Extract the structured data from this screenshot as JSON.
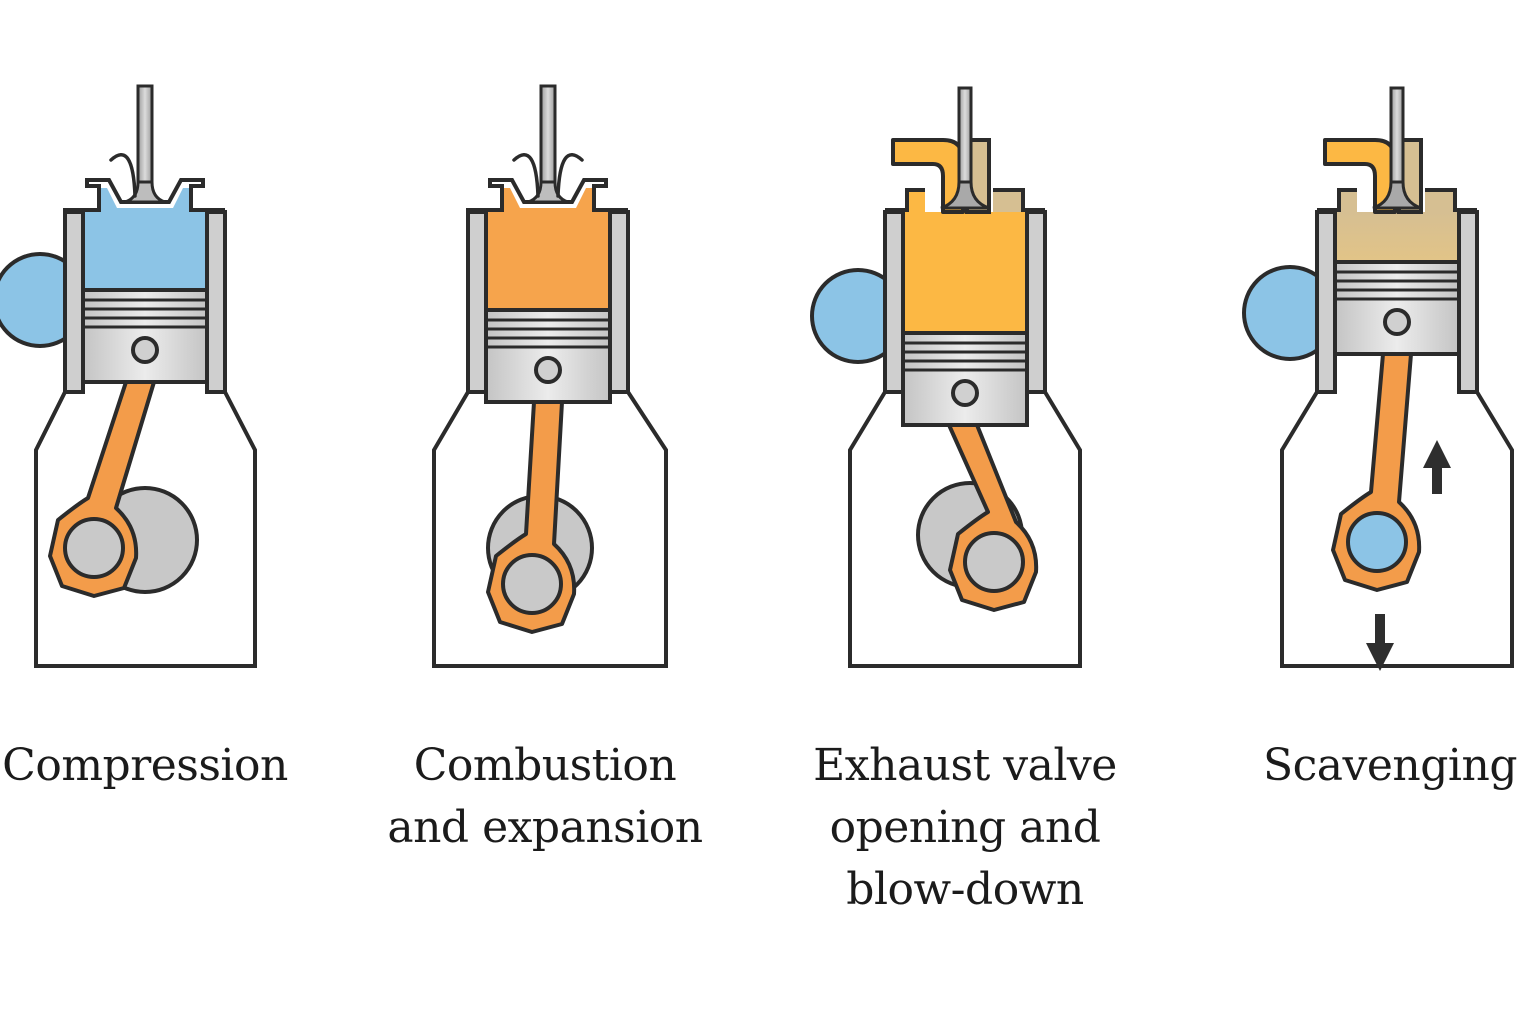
{
  "title": "Two-stroke engine cycle stages",
  "colors": {
    "outline": "#2b2b2b",
    "metal": "#c9c9c9",
    "metal_light": "#e6e6e6",
    "air_blue": "#8cc4e6",
    "combustion_orange": "#f6a44c",
    "exhaust_yellow": "#fcb844",
    "exhaust_tan": "#d6bf92",
    "rod_orange": "#f39c4a",
    "crank_grey": "#c9c9c9",
    "arrow": "#2e2e2e"
  },
  "stages": [
    {
      "id": "compression",
      "caption_lines": [
        "Compression"
      ],
      "chamber_fill": "air_blue",
      "valve_state": "closed",
      "has_fuel_spray": true,
      "spray_sides": [
        "left"
      ],
      "has_scavenge_port_bulb": true,
      "has_exhaust_duct": false,
      "has_motion_arrows": false,
      "crank_pin_fill": "crank_grey"
    },
    {
      "id": "combustion-and-expansion",
      "caption_lines": [
        "Combustion",
        "and expansion"
      ],
      "chamber_fill": "combustion_orange",
      "valve_state": "closed",
      "has_fuel_spray": true,
      "spray_sides": [
        "left",
        "right"
      ],
      "has_scavenge_port_bulb": false,
      "has_exhaust_duct": false,
      "has_motion_arrows": false,
      "crank_pin_fill": "crank_grey"
    },
    {
      "id": "exhaust-valve-opening-and-blow-down",
      "caption_lines": [
        "Exhaust valve",
        "opening and",
        "blow-down"
      ],
      "chamber_fill": "exhaust_yellow",
      "valve_state": "open",
      "has_fuel_spray": false,
      "spray_sides": [],
      "has_scavenge_port_bulb": true,
      "has_exhaust_duct": true,
      "has_motion_arrows": false,
      "crank_pin_fill": "crank_grey"
    },
    {
      "id": "scavenging",
      "caption_lines": [
        "Scavenging"
      ],
      "chamber_fill": "exhaust_tan",
      "valve_state": "open",
      "has_fuel_spray": false,
      "spray_sides": [],
      "has_scavenge_port_bulb": true,
      "has_exhaust_duct": true,
      "has_motion_arrows": true,
      "crank_pin_fill": "air_blue"
    }
  ]
}
